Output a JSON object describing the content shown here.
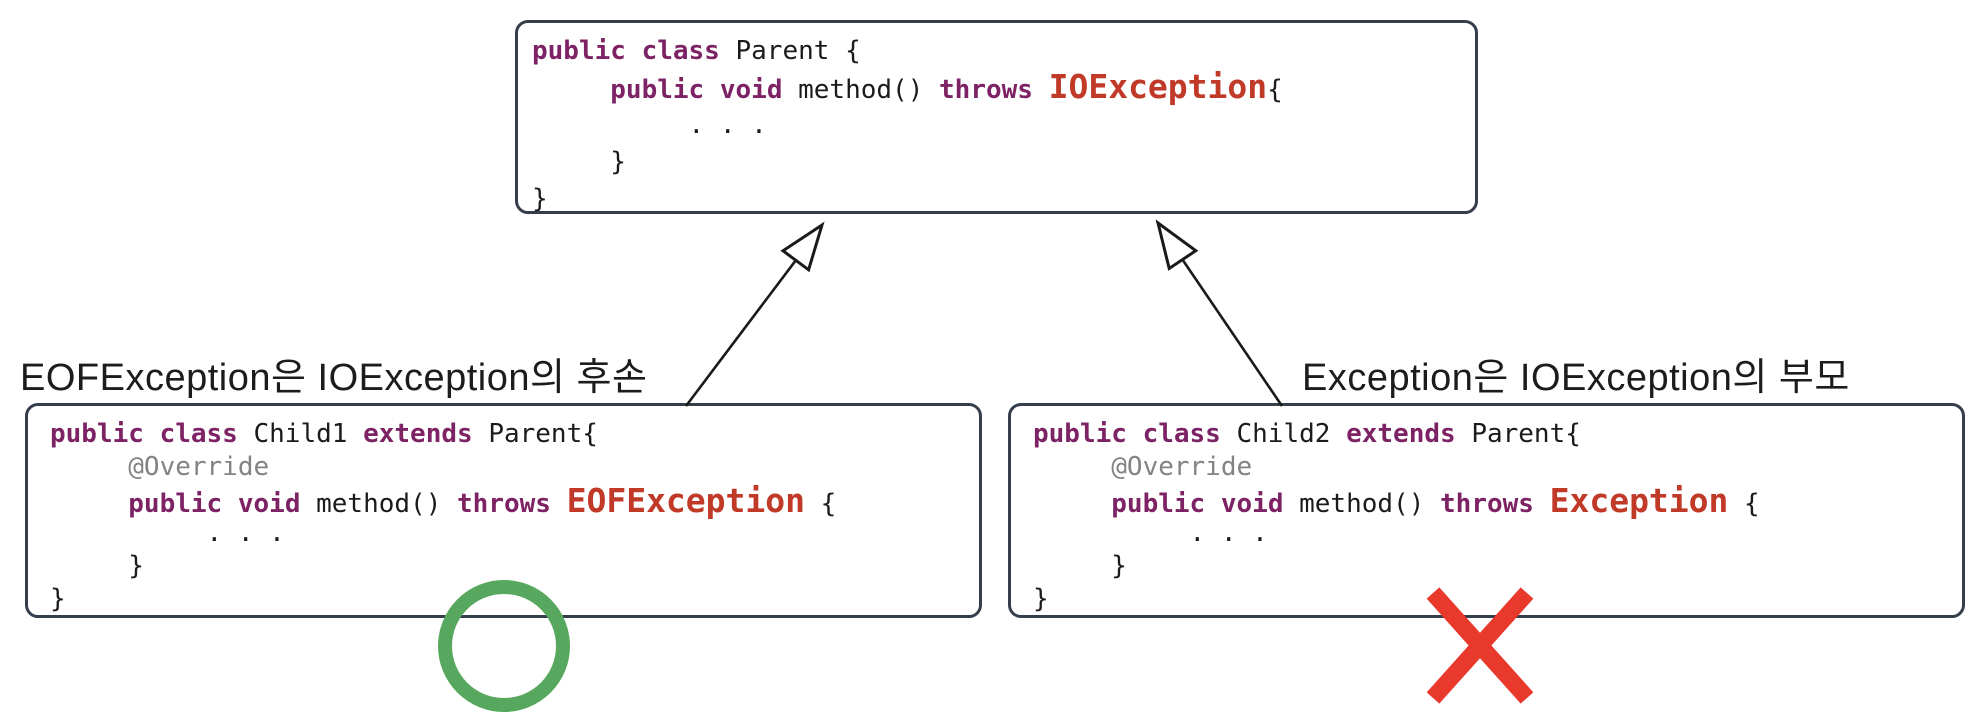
{
  "colors": {
    "keyword": "#7d2264",
    "exception": "#c13927",
    "annotation": "#838383",
    "code": "#1b1b1b",
    "border": "#343f4b",
    "ok_green": "#57a85e",
    "err_red": "#e8392c",
    "label": "#1c1c1c",
    "bg": "#ffffff"
  },
  "labels": {
    "left": "EOFException은 IOException의 후손",
    "right": "Exception은 IOException의 부모"
  },
  "code": {
    "parent": {
      "lines": [
        [
          [
            "k",
            "public class "
          ],
          [
            "p",
            "Parent {"
          ]
        ],
        [
          [
            "p",
            "     "
          ],
          [
            "k",
            "public void "
          ],
          [
            "p",
            "method() "
          ],
          [
            "k",
            "throws "
          ],
          [
            "e",
            "IOException"
          ],
          [
            "p",
            "{"
          ]
        ],
        [
          [
            "p",
            "          . . ."
          ]
        ],
        [
          [
            "p",
            "     }"
          ]
        ],
        [
          [
            "p",
            "}"
          ]
        ]
      ]
    },
    "child1": {
      "lines": [
        [
          [
            "k",
            "public class "
          ],
          [
            "p",
            "Child1 "
          ],
          [
            "k",
            "extends "
          ],
          [
            "p",
            "Parent{"
          ]
        ],
        [
          [
            "a",
            "     @Override"
          ]
        ],
        [
          [
            "p",
            "     "
          ],
          [
            "k",
            "public void "
          ],
          [
            "p",
            "method() "
          ],
          [
            "k",
            "throws "
          ],
          [
            "e",
            "EOFException"
          ],
          [
            "p",
            " {"
          ]
        ],
        [
          [
            "p",
            "          . . ."
          ]
        ],
        [
          [
            "p",
            "     }"
          ]
        ],
        [
          [
            "p",
            "}"
          ]
        ]
      ]
    },
    "child2": {
      "lines": [
        [
          [
            "k",
            "public class "
          ],
          [
            "p",
            "Child2 "
          ],
          [
            "k",
            "extends "
          ],
          [
            "p",
            "Parent{"
          ]
        ],
        [
          [
            "a",
            "     @Override"
          ]
        ],
        [
          [
            "p",
            "     "
          ],
          [
            "k",
            "public void "
          ],
          [
            "p",
            "method() "
          ],
          [
            "k",
            "throws "
          ],
          [
            "e",
            "Exception"
          ],
          [
            "p",
            " {"
          ]
        ],
        [
          [
            "p",
            "          . . ."
          ]
        ],
        [
          [
            "p",
            "     }"
          ]
        ],
        [
          [
            "p",
            "}"
          ]
        ]
      ]
    }
  },
  "marks": {
    "child1": {
      "shape": "circle",
      "meaning": "correct"
    },
    "child2": {
      "shape": "cross",
      "meaning": "incorrect"
    }
  },
  "arrows": {
    "type": "uml-generalization",
    "child1_to_parent": true,
    "child2_to_parent": true
  }
}
